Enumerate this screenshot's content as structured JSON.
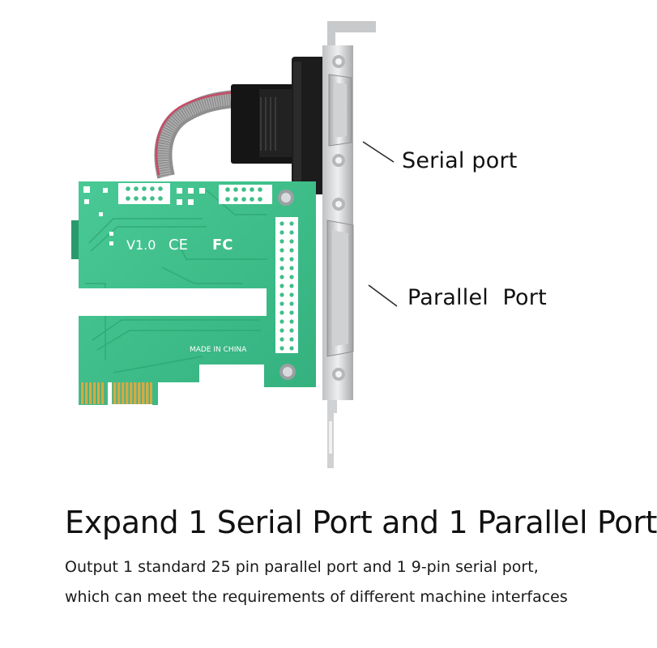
{
  "callouts": {
    "serial": "Serial port",
    "parallel": "Parallel  Port"
  },
  "board_markings": {
    "version": "V1.0",
    "ce": "CE",
    "fc": "FC",
    "made_in": "MADE IN CHINA"
  },
  "headline": "Expand 1 Serial Port and 1 Parallel Port",
  "description": [
    "Output 1 standard 25 pin parallel port and 1 9-pin serial port,",
    "which can meet the requirements of different machine interfaces"
  ],
  "colors": {
    "pcb": "#3fc28c",
    "gold_fingers": "#c9a23c",
    "bracket": "#d9dadb",
    "connector_black": "#1c1c1c",
    "ribbon_cable": "#9a9a9a"
  }
}
